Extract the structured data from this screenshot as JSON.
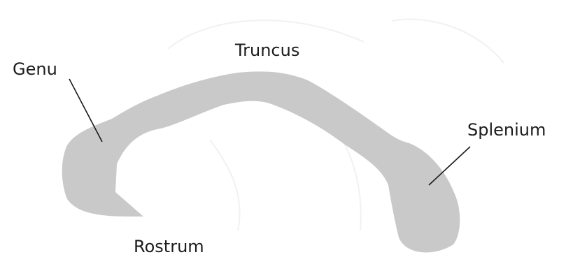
{
  "labels": {
    "genu": "Genu",
    "truncus": "Truncus",
    "splenium": "Splenium",
    "rostrum": "Rostrum"
  },
  "colors": {
    "structure": "#c9c9c9",
    "leader_line": "#1a1a1a",
    "label_text": "#1c1c1c",
    "background": "#ffffff"
  }
}
